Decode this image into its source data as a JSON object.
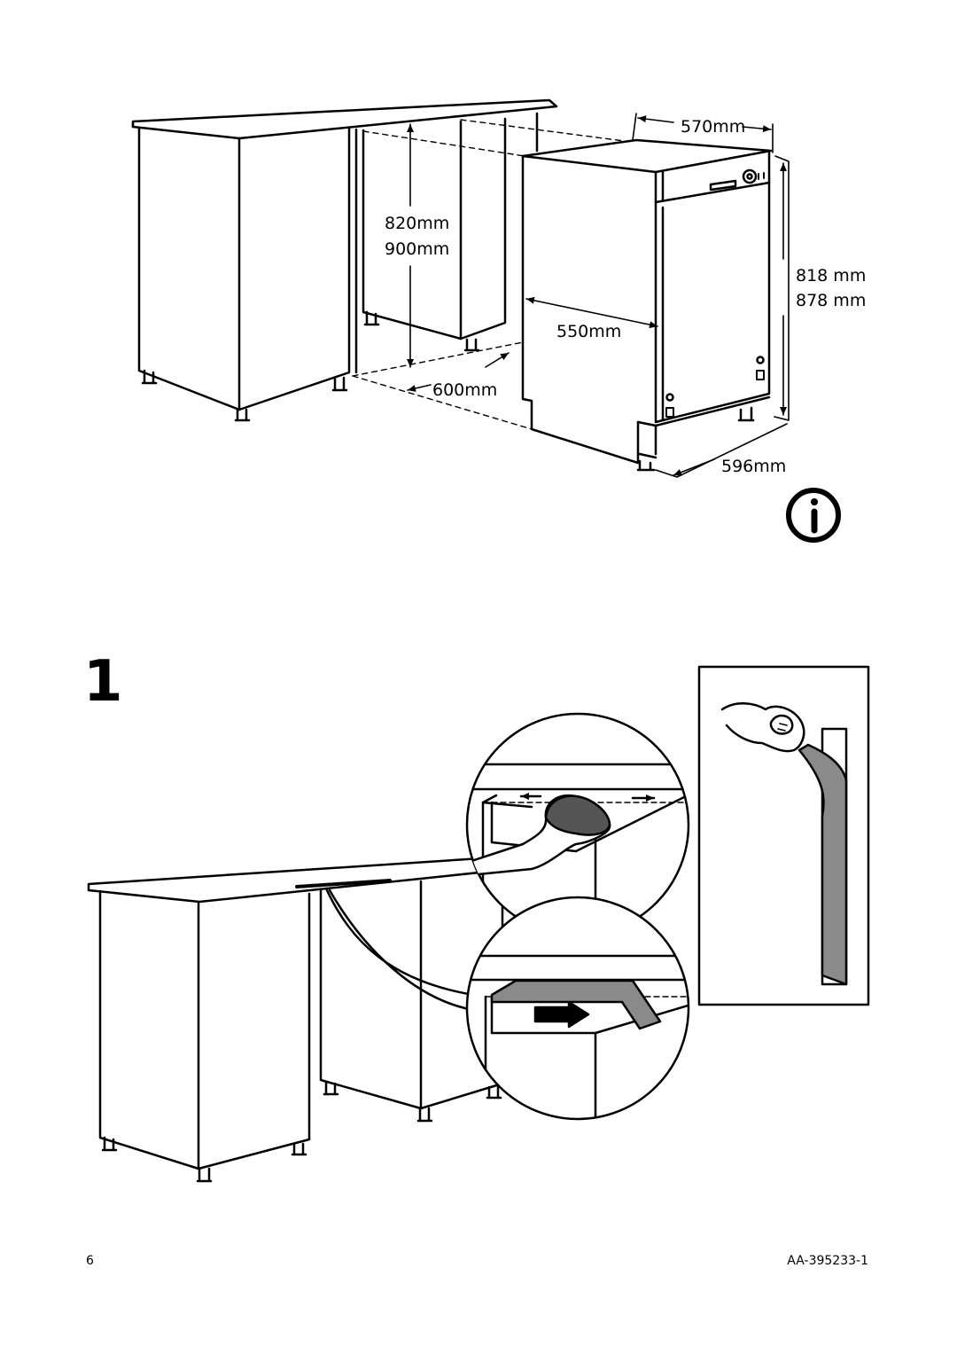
{
  "dimensions": {
    "depth_570": "570mm",
    "height_820": "820mm",
    "height_900": "900mm",
    "appliance_818": "818 mm",
    "appliance_878": "878 mm",
    "depth_550": "550mm",
    "width_600": "600mm",
    "width_596": "596mm"
  },
  "info_icon": "info-icon",
  "step": {
    "number": "1"
  },
  "footer": {
    "page_number": "6",
    "doc_code": "AA-395233-1"
  }
}
